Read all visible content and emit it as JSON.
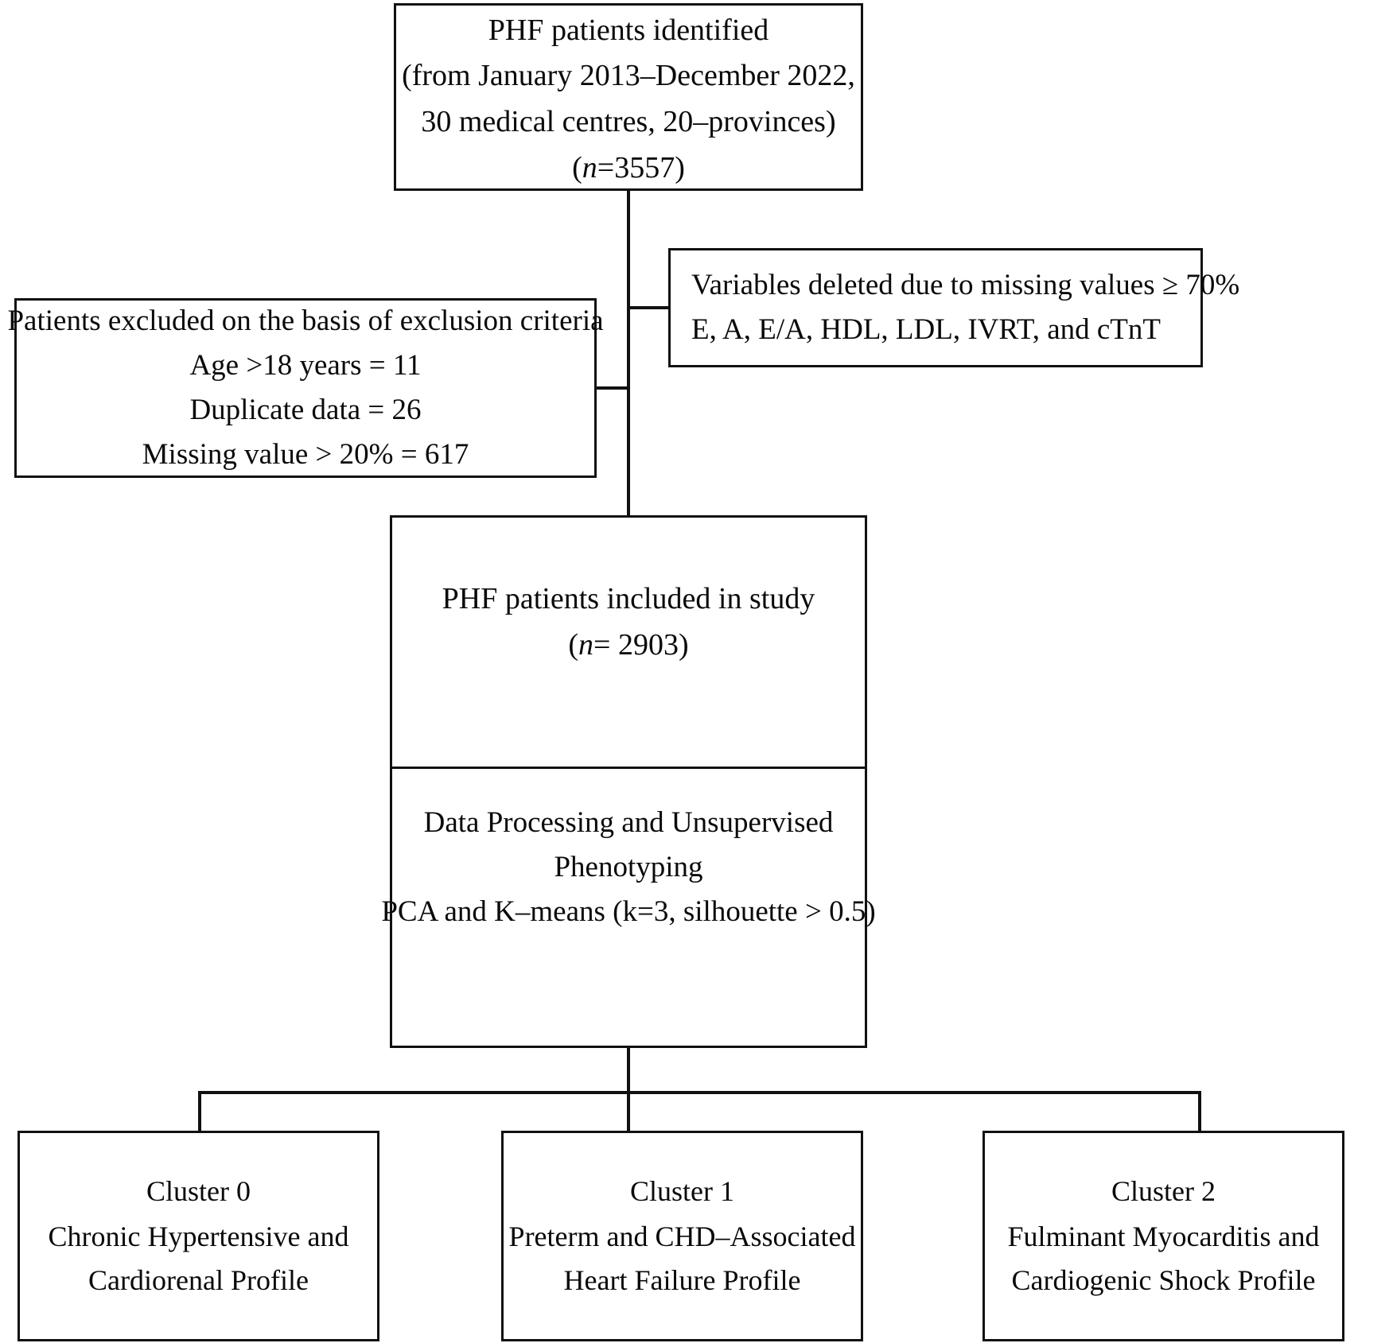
{
  "diagram": {
    "title": "PHF patient selection and unsupervised phenotyping flowchart",
    "line_color": "#111111",
    "background": "#ffffff"
  },
  "boxes": {
    "identified": {
      "name": "phf-patients-identified",
      "lines": [
        "PHF patients identified",
        "(from January 2013–December 2022,",
        "30 medical centres, 20–provinces)",
        "(n=3557)"
      ],
      "count": 3557
    },
    "variables_deleted": {
      "name": "variables-deleted",
      "lines": [
        "Variables deleted due to missing values ≥ 70%",
        "E, A, E/A, HDL, LDL, IVRT, and cTnT"
      ],
      "threshold": "≥ 70%",
      "variables": [
        "E",
        "A",
        "E/A",
        "HDL",
        "LDL",
        "IVRT",
        "cTnT"
      ]
    },
    "excluded": {
      "name": "patients-excluded",
      "lines": [
        "Patients excluded on the basis of exclusion criteria",
        "Age >18 years = 11",
        "Duplicate data = 26",
        "Missing value > 20% = 617"
      ],
      "criteria": [
        {
          "label": "Age >18 years",
          "value": 11
        },
        {
          "label": "Duplicate data",
          "value": 26
        },
        {
          "label": "Missing value > 20%",
          "value": 617
        }
      ]
    },
    "included": {
      "name": "phf-patients-included",
      "lines": [
        "PHF patients included in study",
        "(n= 2903)"
      ],
      "count": 2903
    },
    "processing": {
      "name": "data-processing-phenotyping",
      "lines": [
        "Data Processing and Unsupervised",
        "Phenotyping",
        "PCA and  K–means (k=3, silhouette > 0.5)"
      ],
      "methods": [
        "PCA",
        "K–means"
      ],
      "k": 3,
      "silhouette": "> 0.5"
    },
    "clusters": [
      {
        "name": "cluster-0",
        "title": "Cluster 0",
        "description_lines": [
          "Chronic Hypertensive and",
          "Cardiorenal Profile"
        ]
      },
      {
        "name": "cluster-1",
        "title": "Cluster 1",
        "description_lines": [
          "Preterm and CHD–Associated",
          "Heart Failure Profile"
        ]
      },
      {
        "name": "cluster-2",
        "title": "Cluster 2",
        "description_lines": [
          "Fulminant Myocarditis and",
          "Cardiogenic Shock Profile"
        ]
      }
    ]
  }
}
